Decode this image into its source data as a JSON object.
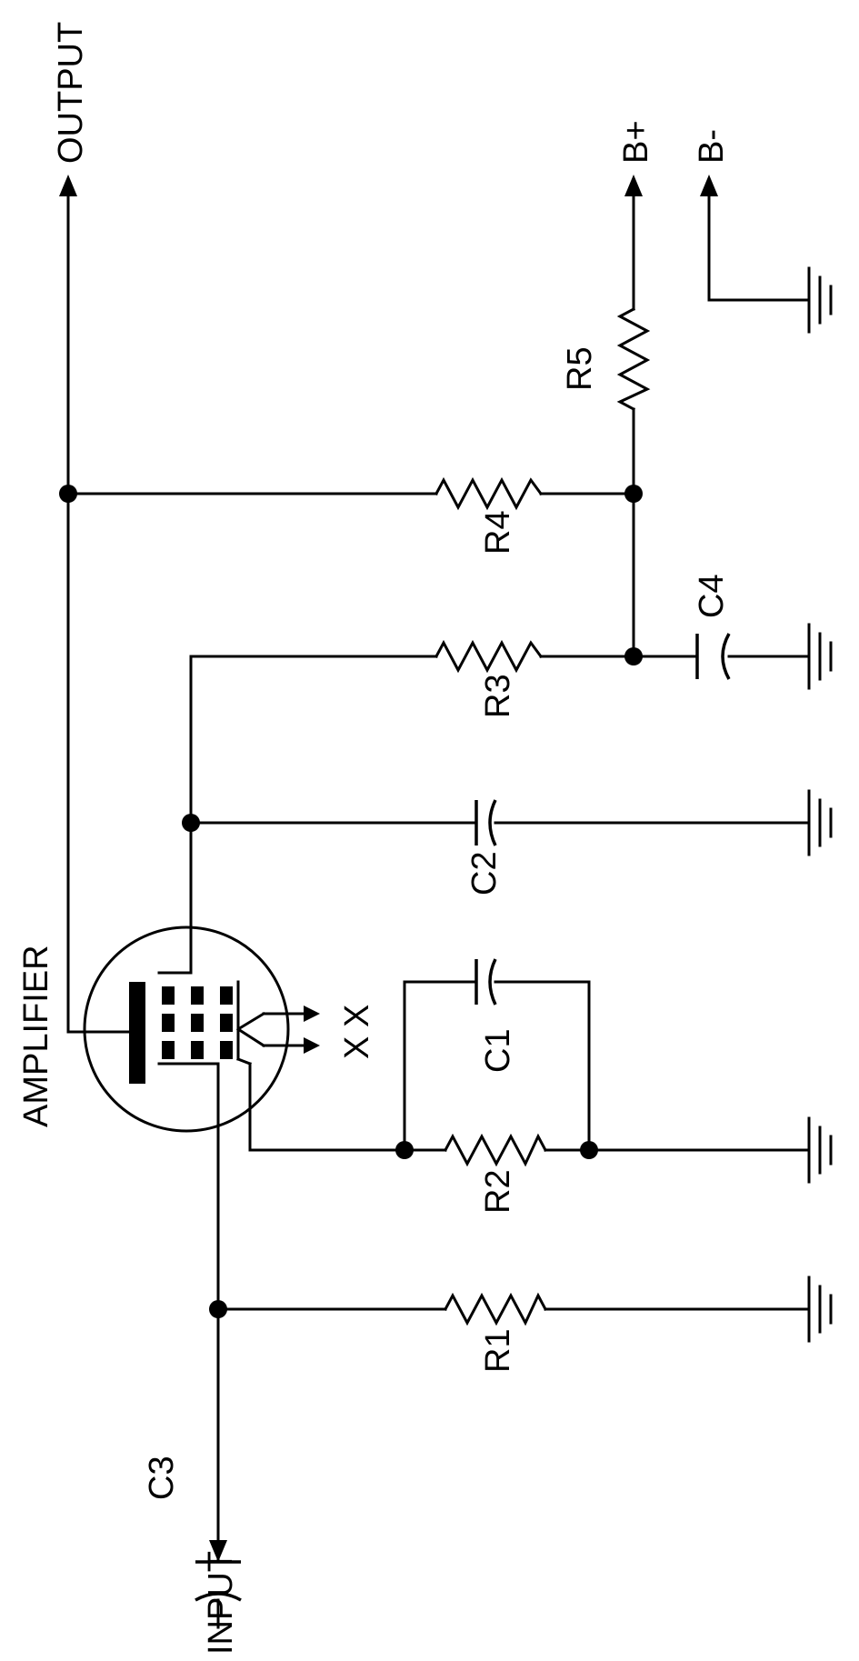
{
  "labels": {
    "output": "OUTPUT",
    "input": "INPUT",
    "amplifier": "AMPLIFIER",
    "b_plus": "B+",
    "b_minus": "B-",
    "x_top": "X",
    "x_bottom": "X"
  },
  "components": {
    "r1": "R1",
    "r2": "R2",
    "r3": "R3",
    "r4": "R4",
    "r5": "R5",
    "c1": "C1",
    "c2": "C2",
    "c3": "C3",
    "c4": "C4"
  }
}
